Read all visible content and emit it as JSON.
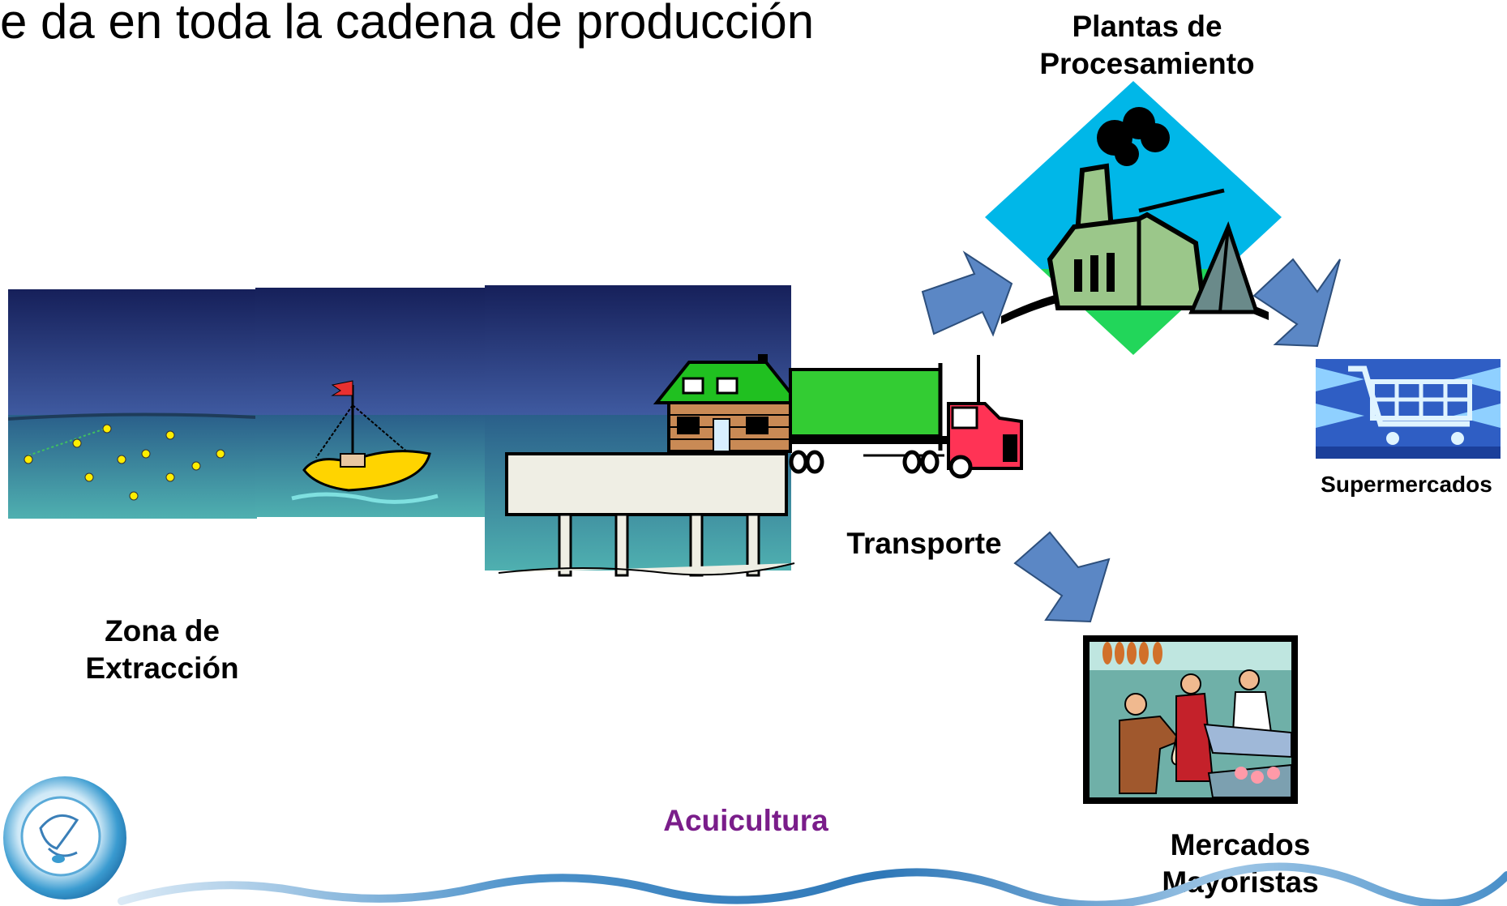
{
  "slide": {
    "title": "e da en toda la cadena de producción"
  },
  "labels": {
    "plantas_line1": "Plantas de",
    "plantas_line2": "Procesamiento",
    "supermercados": "Supermercados",
    "transporte": "Transporte",
    "zona_line1": "Zona de",
    "zona_line2": "Extracción",
    "acuicultura": "Acuicultura",
    "mercados_line1": "Mercados",
    "mercados_line2": "Mayoristas"
  },
  "colors": {
    "acuicultura_text": "#7a1d8a",
    "arrow_fill": "#5b87c5",
    "arrow_stroke": "#2d4f7c",
    "diamond_top": "#00b7e8",
    "diamond_bottom": "#22d65a",
    "sea_sky": "#1d2d6e",
    "sea_water": "#2e8c9c",
    "truck_body": "#33cc33",
    "truck_cab": "#ff3355",
    "cart_blue": "#2f5ec4",
    "wave": "#4a90c9"
  },
  "icons": {
    "logo": "fish-circle-logo",
    "factory": "factory-icon",
    "cart": "shopping-cart-icon",
    "truck": "truck-icon",
    "boat": "sailboat-icon",
    "house": "pier-house-icon",
    "market": "fish-market-icon"
  }
}
